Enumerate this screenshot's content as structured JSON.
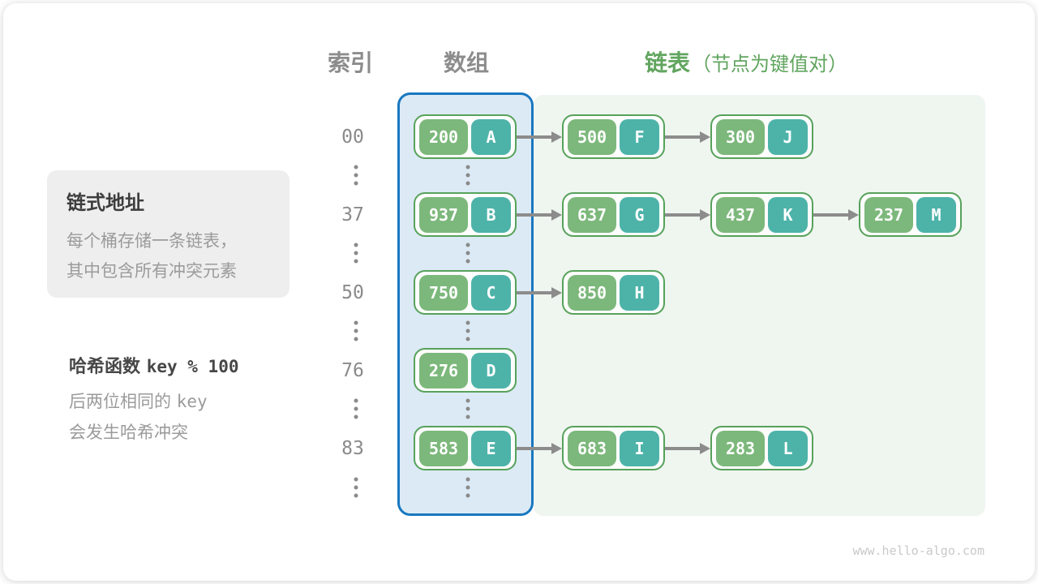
{
  "headers": {
    "index": "索引",
    "array": "数组",
    "list": "链表",
    "list_note": "（节点为键值对）"
  },
  "info_box": {
    "title": "链式地址",
    "line1": "每个桶存储一条链表，",
    "line2": "其中包含所有冲突元素"
  },
  "hash_note": {
    "title_prefix": "哈希函数",
    "title_code": "key % 100",
    "line1_prefix": "后两位相同的",
    "line1_code": "key",
    "line2": "会发生哈希冲突"
  },
  "rows": [
    {
      "index": "00",
      "bucket": {
        "key": "200",
        "value": "A"
      },
      "chain": [
        {
          "key": "500",
          "value": "F"
        },
        {
          "key": "300",
          "value": "J"
        }
      ]
    },
    {
      "index": "37",
      "bucket": {
        "key": "937",
        "value": "B"
      },
      "chain": [
        {
          "key": "637",
          "value": "G"
        },
        {
          "key": "437",
          "value": "K"
        },
        {
          "key": "237",
          "value": "M"
        }
      ]
    },
    {
      "index": "50",
      "bucket": {
        "key": "750",
        "value": "C"
      },
      "chain": [
        {
          "key": "850",
          "value": "H"
        }
      ]
    },
    {
      "index": "76",
      "bucket": {
        "key": "276",
        "value": "D"
      },
      "chain": []
    },
    {
      "index": "83",
      "bucket": {
        "key": "583",
        "value": "E"
      },
      "chain": [
        {
          "key": "683",
          "value": "I"
        },
        {
          "key": "283",
          "value": "L"
        }
      ]
    }
  ],
  "watermark": "www.hello-algo.com",
  "colors": {
    "accent_green": "#61a55f",
    "node_key_bg": "#7cb87b",
    "node_value_bg": "#4db3a9",
    "node_border": "#57a25b",
    "array_fill": "#dceaf5",
    "array_border": "#1878c0",
    "list_fill": "#eff5ef",
    "arrow_color": "#8c8c8c"
  }
}
